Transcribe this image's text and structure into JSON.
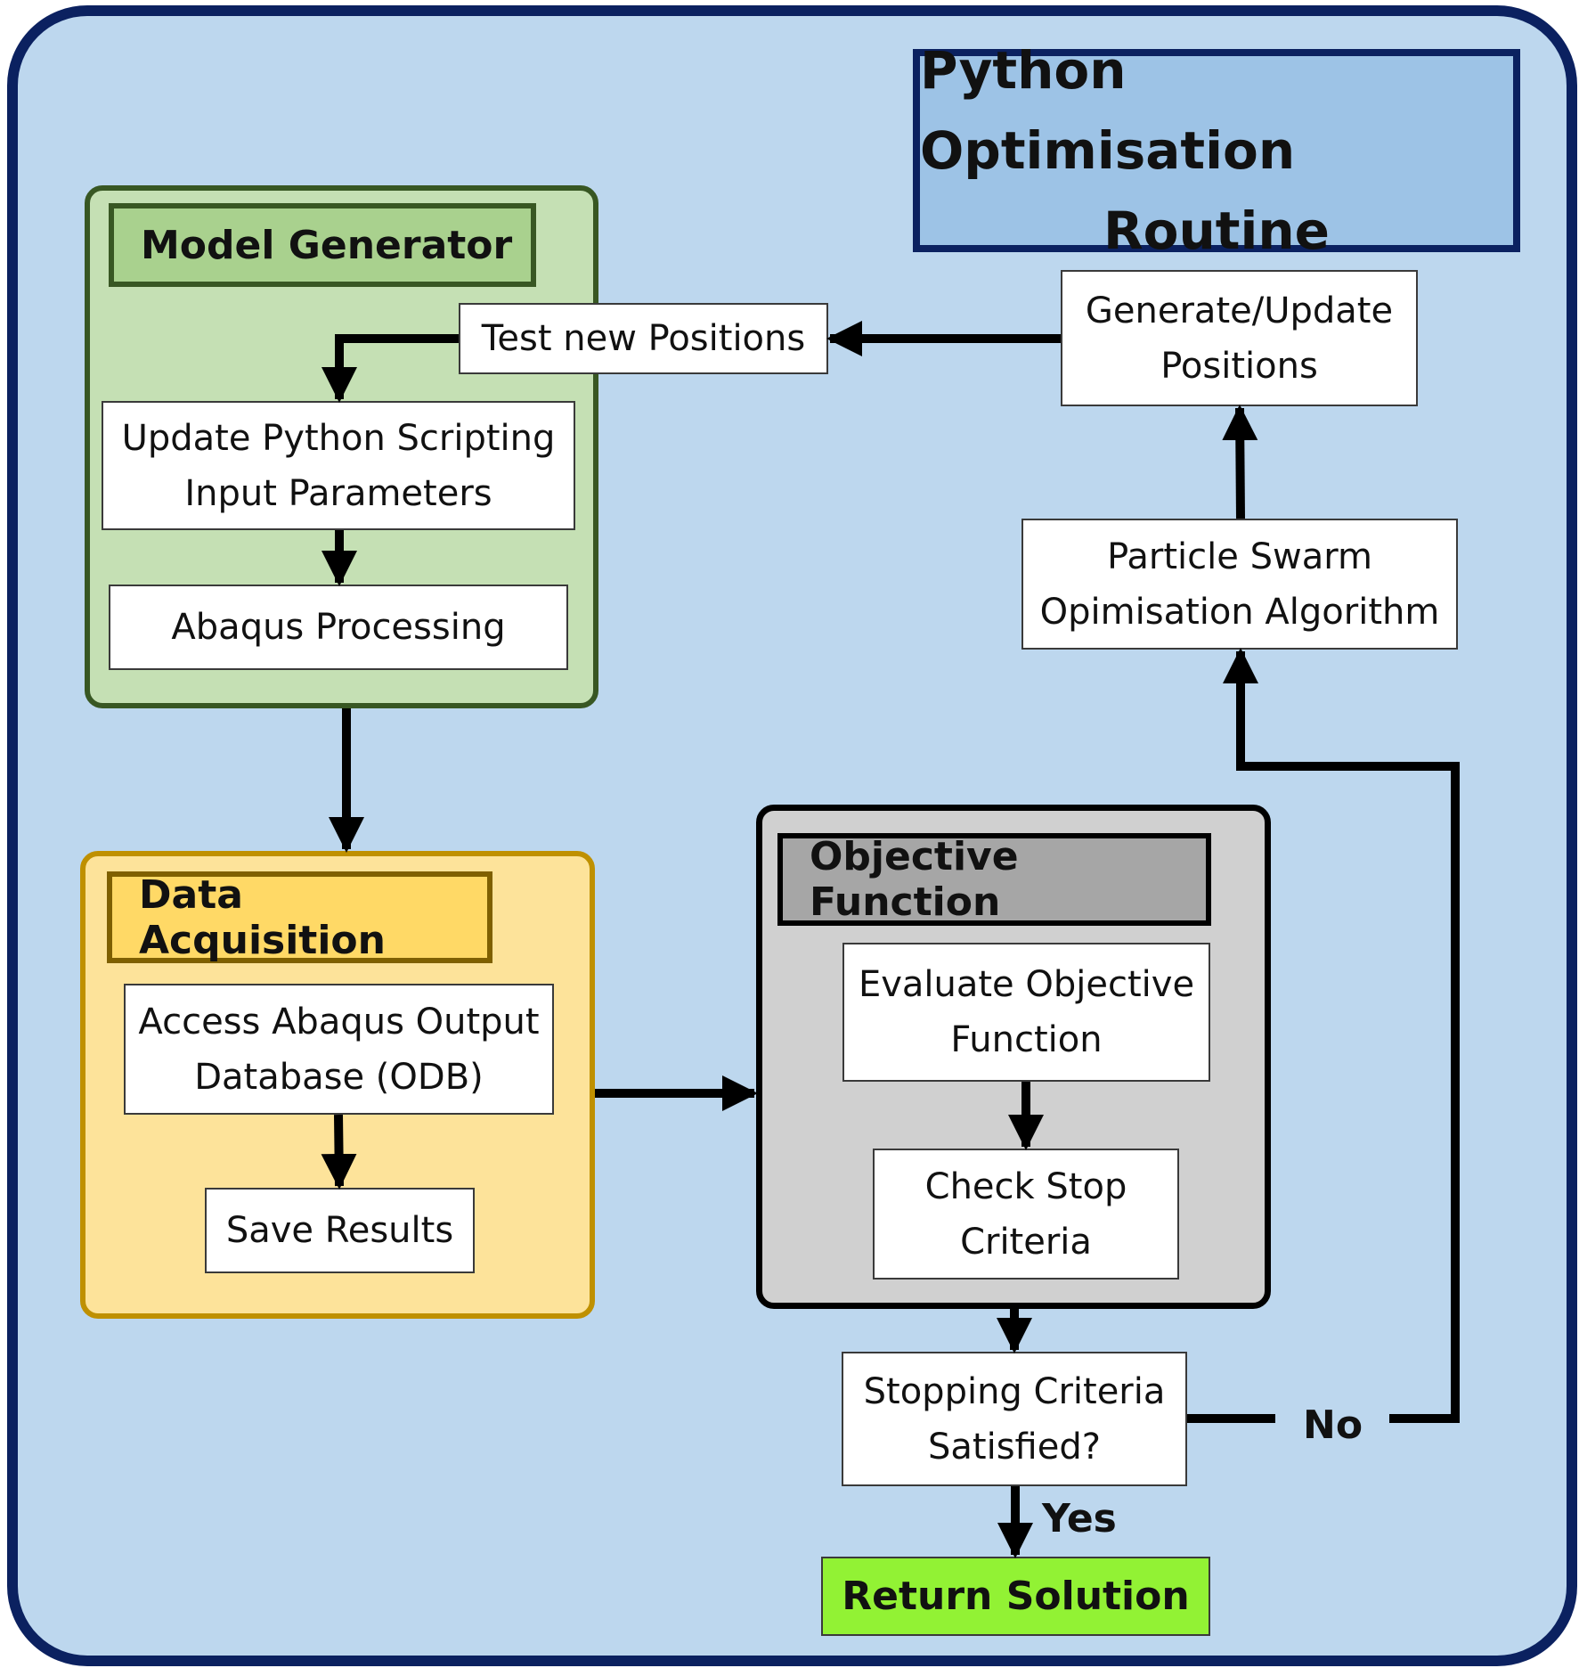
{
  "title": {
    "line1": "Python Optimisation",
    "line2": "Routine"
  },
  "model_generator": {
    "header": "Model Generator",
    "update_params": "Update Python Scripting\nInput Parameters",
    "abaqus_processing": "Abaqus Processing"
  },
  "test_positions": "Test new Positions",
  "generate_update": "Generate/Update\nPositions",
  "pso_algorithm": "Particle Swarm\nOpimisation Algorithm",
  "data_acquisition": {
    "header": "Data Acquisition",
    "access_odb": "Access Abaqus Output\nDatabase (ODB)",
    "save_results": "Save Results"
  },
  "objective_function": {
    "header": "Objective Function",
    "evaluate": "Evaluate Objective\nFunction",
    "check_stop": "Check Stop\nCriteria"
  },
  "stopping_criteria": "Stopping Criteria\nSatisfied?",
  "labels": {
    "no": "No",
    "yes": "Yes"
  },
  "return_solution": "Return Solution",
  "colors": {
    "background": "#bdd7ee",
    "frame": "#0b2160",
    "title_fill": "#9dc3e6",
    "model_fill": "#c5e0b4",
    "model_border": "#385723",
    "model_header": "#a9d18e",
    "data_fill": "#fde39a",
    "data_border": "#bf9000",
    "data_header": "#ffd966",
    "data_header_border": "#7f6000",
    "objective_fill": "#d0d0d0",
    "objective_header": "#a6a6a6",
    "return_fill": "#92f234"
  }
}
